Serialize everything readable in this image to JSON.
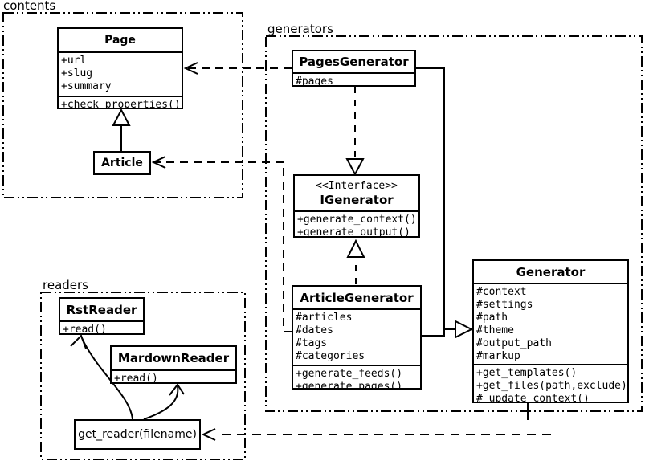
{
  "colors": {
    "ink": "#000000",
    "paper": "#ffffff"
  },
  "packages": {
    "contents": {
      "label": "contents"
    },
    "generators": {
      "label": "generators"
    },
    "readers": {
      "label": "readers"
    }
  },
  "classes": {
    "page": {
      "title": "Page",
      "attributes": [
        "+url",
        "+slug",
        "+summary"
      ],
      "methods": [
        "+check_properties()"
      ]
    },
    "article": {
      "title": "Article"
    },
    "pages_generator": {
      "title": "PagesGenerator",
      "attributes": [
        "#pages"
      ]
    },
    "igenerator": {
      "stereotype": "<<Interface>>",
      "title": "IGenerator",
      "methods": [
        "+generate_context()",
        "+generate_output()"
      ]
    },
    "article_generator": {
      "title": "ArticleGenerator",
      "attributes": [
        "#articles",
        "#dates",
        "#tags",
        "#categories"
      ],
      "methods": [
        "+generate_feeds()",
        "+generate_pages()"
      ]
    },
    "generator": {
      "title": "Generator",
      "attributes": [
        "#context",
        "#settings",
        "#path",
        "#theme",
        "#output_path",
        "#markup"
      ],
      "methods": [
        "+get_templates()",
        "+get_files(path,exclude)",
        "#_update_context()"
      ]
    },
    "rst_reader": {
      "title": "RstReader",
      "methods": [
        "+read()"
      ]
    },
    "mardown_reader": {
      "title": "MardownReader",
      "methods": [
        "+read()"
      ]
    },
    "get_reader": {
      "label": "get_reader(filename)"
    }
  }
}
